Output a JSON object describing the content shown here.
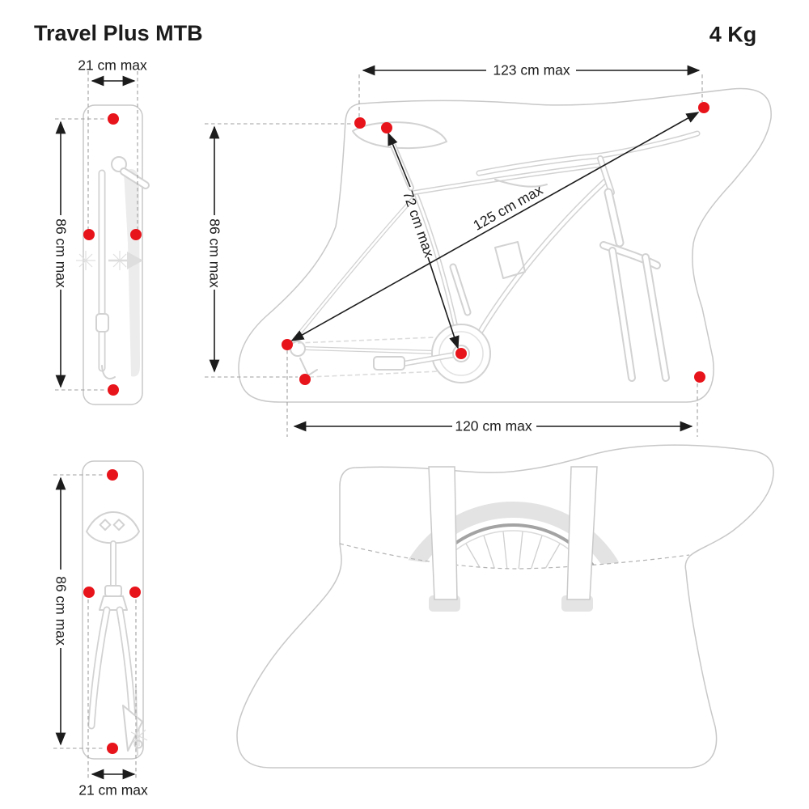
{
  "header": {
    "title": "Travel Plus MTB",
    "weight": "4 Kg"
  },
  "colors": {
    "accent_red": "#e8141b",
    "dimension_line": "#1c1c1c",
    "bag_outline": "#c8c8c8",
    "bike_outline": "#d2d2d2",
    "extension_dash": "#9f9f9f"
  },
  "views": {
    "folded_front_top": {
      "width_label": "21 cm max",
      "height_label": "86 cm max"
    },
    "side_open": {
      "top_width_label": "123 cm max",
      "height_label": "86 cm max",
      "seatpost_label": "72 cm max",
      "diagonal_label": "125 cm max",
      "bottom_width_label": "120 cm max"
    },
    "folded_front_bottom": {
      "height_label": "86 cm max",
      "width_label": "21 cm max"
    }
  }
}
